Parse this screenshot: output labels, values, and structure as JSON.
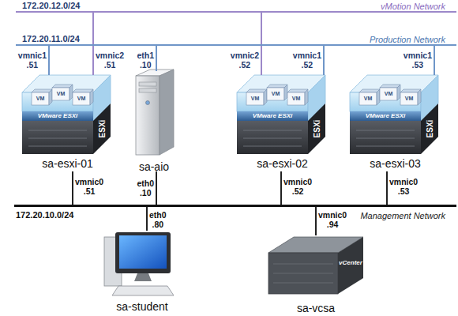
{
  "diagram": {
    "nodes": [
      {
        "text": [
          "172.20.12.0/24",
          "vMotion Network"
        ]
      },
      {
        "text": [
          "172.20.11.0/24",
          "Production Network"
        ]
      },
      {
        "text": [
          "VM",
          "VM",
          "VM",
          "VMware ESXi",
          "ESXi",
          "sa-esxi-01"
        ]
      },
      {
        "text": [
          "sa-aio"
        ]
      },
      {
        "text": [
          "VM",
          "VM",
          "VM",
          "VMware ESXi",
          "ESXi",
          "sa-esxi-02"
        ]
      },
      {
        "text": [
          "VM",
          "VM",
          "VM",
          "VMware ESXi",
          "ESXi",
          "sa-esxi-03"
        ]
      },
      {
        "text": [
          "172.20.10.0/24",
          "Management Network"
        ]
      },
      {
        "text": [
          "sa-student"
        ]
      },
      {
        "text": [
          "vCenter",
          "sa-vcsa"
        ]
      }
    ],
    "edges": [
      {
        "from": 2,
        "to": 1,
        "label": "vmnic1 .51",
        "arrow": "none"
      },
      {
        "from": 2,
        "to": 0,
        "label": "vmnic2 .51",
        "arrow": "none"
      },
      {
        "from": 3,
        "to": 1,
        "label": "eth1 .10",
        "arrow": "none"
      },
      {
        "from": 4,
        "to": 0,
        "label": "vmnic2 .52",
        "arrow": "none"
      },
      {
        "from": 4,
        "to": 1,
        "label": "vmnic1 .52",
        "arrow": "none"
      },
      {
        "from": 5,
        "to": 1,
        "label": "vmnic1 .53",
        "arrow": "none"
      },
      {
        "from": 2,
        "to": 6,
        "label": "vmnic0 .51",
        "arrow": "none"
      },
      {
        "from": 3,
        "to": 6,
        "label": "eth0 .10",
        "arrow": "none"
      },
      {
        "from": 4,
        "to": 6,
        "label": "vmnic0 .52",
        "arrow": "none"
      },
      {
        "from": 5,
        "to": 6,
        "label": "vmnic0 .53",
        "arrow": "none"
      },
      {
        "from": 7,
        "to": 6,
        "label": "eth0 .80",
        "arrow": "none"
      },
      {
        "from": 8,
        "to": 6,
        "label": "vmnic0 .94",
        "arrow": "none"
      }
    ]
  }
}
